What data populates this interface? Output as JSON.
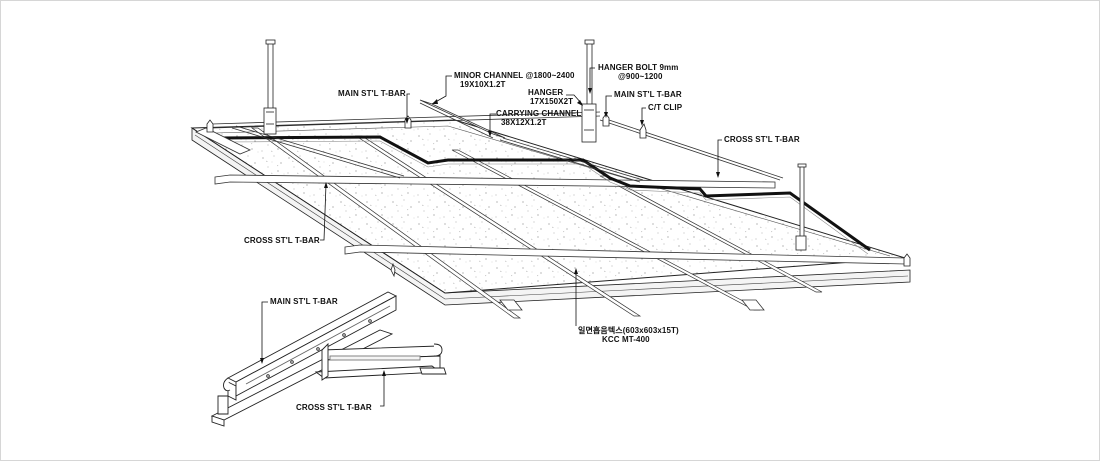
{
  "labels": {
    "minor_channel": "MINOR CHANNEL @1800~2400",
    "minor_channel_size": "19X10X1.2T",
    "hanger_bolt": "HANGER BOLT 9mm",
    "hanger_bolt_spacing": "@900~1200",
    "main_tbar_left": "MAIN ST'L T-BAR",
    "hanger": "HANGER",
    "hanger_size": "17X150X2T",
    "main_tbar_right": "MAIN ST'L T-BAR",
    "carrying_channel": "CARRYING CHANNEL",
    "carrying_channel_size": "38X12X1.2T",
    "ct_clip": "C/T CLIP",
    "cross_tbar_right": "CROSS ST'L T-BAR",
    "cross_tbar_left": "CROSS ST'L T-BAR",
    "board": "일면흡음텍스(603x603x15T)",
    "board_product": "KCC  MT-400",
    "detail_main_tbar": "MAIN ST'L T-BAR",
    "detail_cross_tbar": "CROSS ST'L T-BAR"
  }
}
